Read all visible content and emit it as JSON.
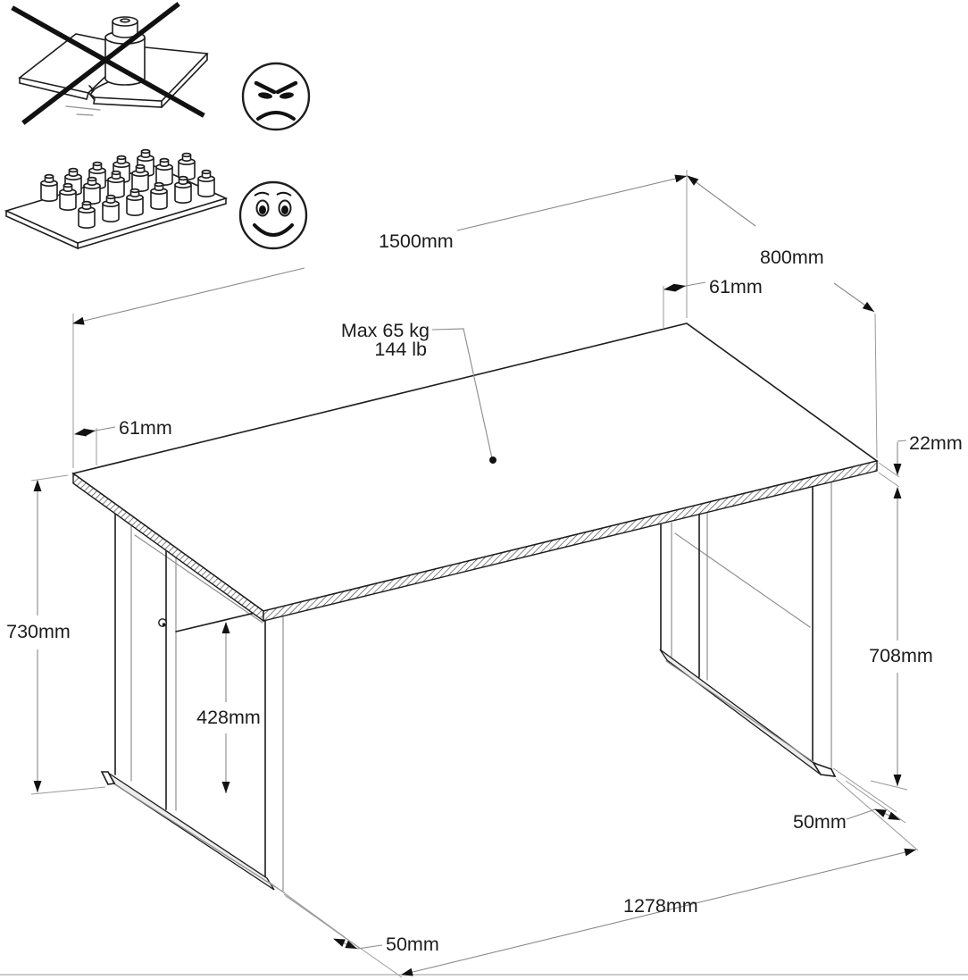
{
  "drawing": {
    "kind": "desk-assembly-dimension-diagram",
    "colors": {
      "line": "#1d1d1d",
      "dimension_line": "#8a8a8a",
      "shading": "#ededed",
      "background": "#ffffff"
    },
    "load_note": {
      "line1": "Max 65 kg",
      "line2": "144 lb"
    },
    "dimensions": {
      "length": "1500mm",
      "depth": "800mm",
      "height": "730mm",
      "top_thickness": "22mm",
      "underside_clearance": "708mm",
      "panel_floor_gap": "428mm",
      "leg_inset_left": "61mm",
      "leg_inset_right": "61mm",
      "runner_width_left": "50mm",
      "runner_width_right": "50mm",
      "runner_outer_span": "1278mm"
    },
    "legend": {
      "forbidden_icon": "single-heavy-weight-on-bending-board-crossed-out",
      "forbidden_mood_icon": "angry-face",
      "allowed_icon": "many-small-weights-distributed-on-board",
      "allowed_mood_icon": "happy-face"
    }
  }
}
